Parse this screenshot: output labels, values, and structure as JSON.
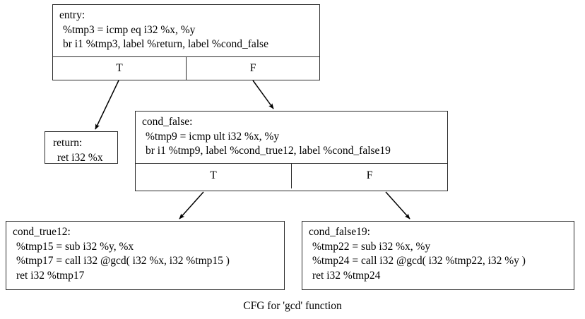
{
  "diagram": {
    "caption": "CFG for 'gcd' function",
    "type": "control-flow-graph",
    "function_name": "gcd",
    "nodes": [
      {
        "id": "entry",
        "label": "entry:",
        "lines": [
          "entry:",
          "%tmp3 = icmp eq i32 %x, %y",
          "br i1 %tmp3, label %return, label %cond_false"
        ],
        "ports": {
          "true": "T",
          "false": "F"
        }
      },
      {
        "id": "return",
        "label": "return:",
        "lines": [
          "return:",
          "ret i32 %x"
        ],
        "ports": null
      },
      {
        "id": "cond_false",
        "label": "cond_false:",
        "lines": [
          "cond_false:",
          "%tmp9 = icmp ult i32 %x, %y",
          "br i1 %tmp9, label %cond_true12, label %cond_false19"
        ],
        "ports": {
          "true": "T",
          "false": "F"
        }
      },
      {
        "id": "cond_true12",
        "label": "cond_true12:",
        "lines": [
          "cond_true12:",
          "%tmp15 = sub i32 %y, %x",
          "%tmp17 = call i32 @gcd( i32 %x, i32 %tmp15 )",
          "ret i32 %tmp17"
        ],
        "ports": null
      },
      {
        "id": "cond_false19",
        "label": "cond_false19:",
        "lines": [
          "cond_false19:",
          "%tmp22 = sub i32 %x, %y",
          "%tmp24 = call i32 @gcd( i32 %tmp22, i32 %y )",
          "ret i32 %tmp24"
        ],
        "ports": null
      }
    ],
    "edges": [
      {
        "from": "entry",
        "port": "T",
        "to": "return"
      },
      {
        "from": "entry",
        "port": "F",
        "to": "cond_false"
      },
      {
        "from": "cond_false",
        "port": "T",
        "to": "cond_true12"
      },
      {
        "from": "cond_false",
        "port": "F",
        "to": "cond_false19"
      }
    ],
    "colors": {
      "background": "#ffffff",
      "node_border": "#2b2b2b",
      "text": "#000000",
      "edge": "#000000"
    }
  }
}
